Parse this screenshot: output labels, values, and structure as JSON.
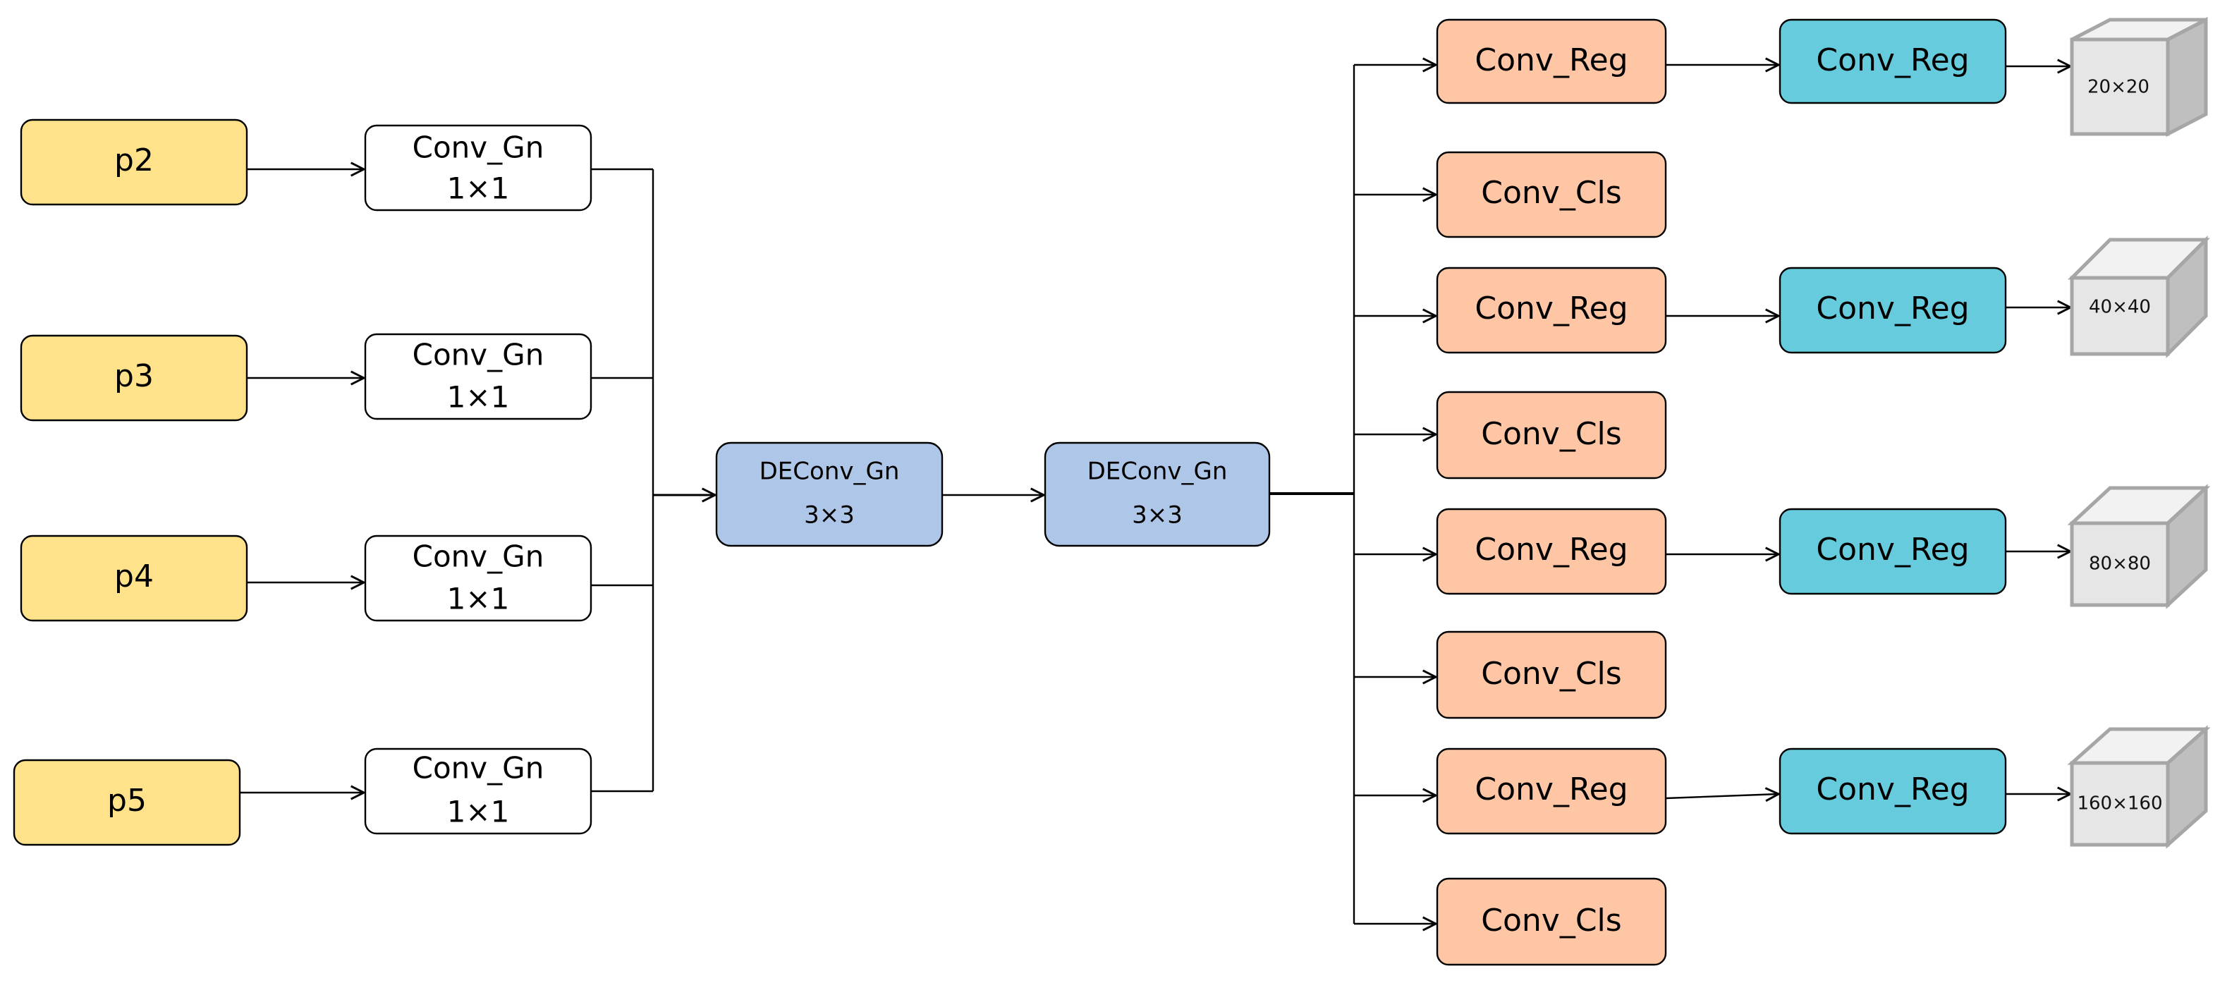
{
  "colors": {
    "input": "#FFE28A",
    "conv_gn": "#FFFFFF",
    "deconv": "#AEC6E8",
    "conv_head": "#FFC6A6",
    "conv_reg_out": "#66CBDC",
    "cube_front": "#E6E6E6",
    "cube_top": "#F2F2F2",
    "cube_side": "#BFBFBF",
    "cube_edge": "#A6A6A6",
    "stroke": "#000000"
  },
  "inputs": [
    {
      "label": "p2"
    },
    {
      "label": "p3"
    },
    {
      "label": "p4"
    },
    {
      "label": "p5"
    }
  ],
  "conv_gn": [
    {
      "line1": "Conv_Gn",
      "line2": "1×1"
    },
    {
      "line1": "Conv_Gn",
      "line2": "1×1"
    },
    {
      "line1": "Conv_Gn",
      "line2": "1×1"
    },
    {
      "line1": "Conv_Gn",
      "line2": "1×1"
    }
  ],
  "deconv": [
    {
      "line1": "DEConv_Gn",
      "line2": "3×3"
    },
    {
      "line1": "DEConv_Gn",
      "line2": "3×3"
    }
  ],
  "heads": [
    {
      "label": "Conv_Reg"
    },
    {
      "label": "Conv_Cls"
    },
    {
      "label": "Conv_Reg"
    },
    {
      "label": "Conv_Cls"
    },
    {
      "label": "Conv_Reg"
    },
    {
      "label": "Conv_Cls"
    },
    {
      "label": "Conv_Reg"
    },
    {
      "label": "Conv_Cls"
    }
  ],
  "reg_outputs": [
    {
      "label": "Conv_Reg",
      "size": "20×20"
    },
    {
      "label": "Conv_Reg",
      "size": "40×40"
    },
    {
      "label": "Conv_Reg",
      "size": "80×80"
    },
    {
      "label": "Conv_Reg",
      "size": "160×160"
    }
  ]
}
